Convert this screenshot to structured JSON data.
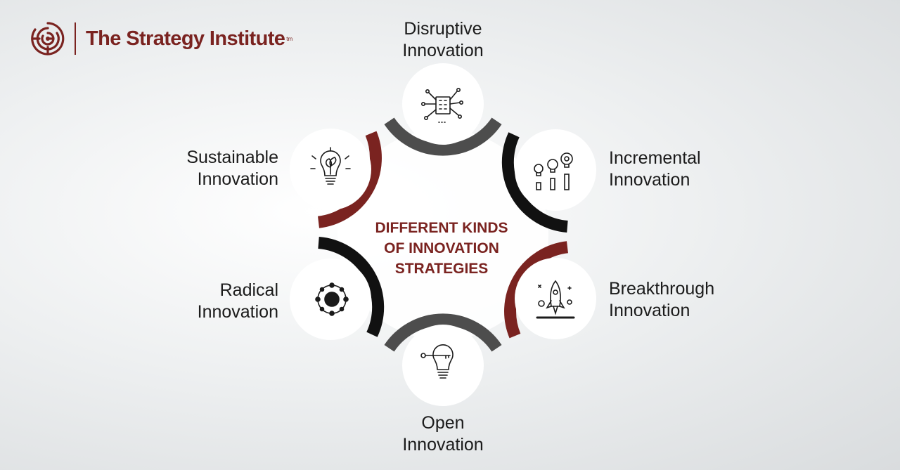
{
  "brand": {
    "name": "The Strategy Institute",
    "tm": "tm",
    "color": "#7a2320",
    "icon": "maze-logo-icon"
  },
  "center": {
    "line1": "DIFFERENT KINDS",
    "line2": "OF INNOVATION",
    "line3": "STRATEGIES"
  },
  "colors": {
    "maroon": "#7a2320",
    "black": "#111111",
    "gray": "#4d4d4d",
    "node": "#ffffff"
  },
  "nodes": [
    {
      "id": "disruptive",
      "line1": "Disruptive",
      "line2": "Innovation",
      "icon": "network-building-icon",
      "arc_color": "gray"
    },
    {
      "id": "incremental",
      "line1": "Incremental",
      "line2": "Innovation",
      "icon": "growing-bulbs-icon",
      "arc_color": "black"
    },
    {
      "id": "breakthrough",
      "line1": "Breakthrough",
      "line2": "Innovation",
      "icon": "rocket-launch-icon",
      "arc_color": "maroon"
    },
    {
      "id": "open",
      "line1": "Open",
      "line2": "Innovation",
      "icon": "bulb-key-icon",
      "arc_color": "gray"
    },
    {
      "id": "radical",
      "line1": "Radical",
      "line2": "Innovation",
      "icon": "orbit-atom-icon",
      "arc_color": "black"
    },
    {
      "id": "sustainable",
      "line1": "Sustainable",
      "line2": "Innovation",
      "icon": "leaf-bulb-icon",
      "arc_color": "maroon"
    }
  ]
}
